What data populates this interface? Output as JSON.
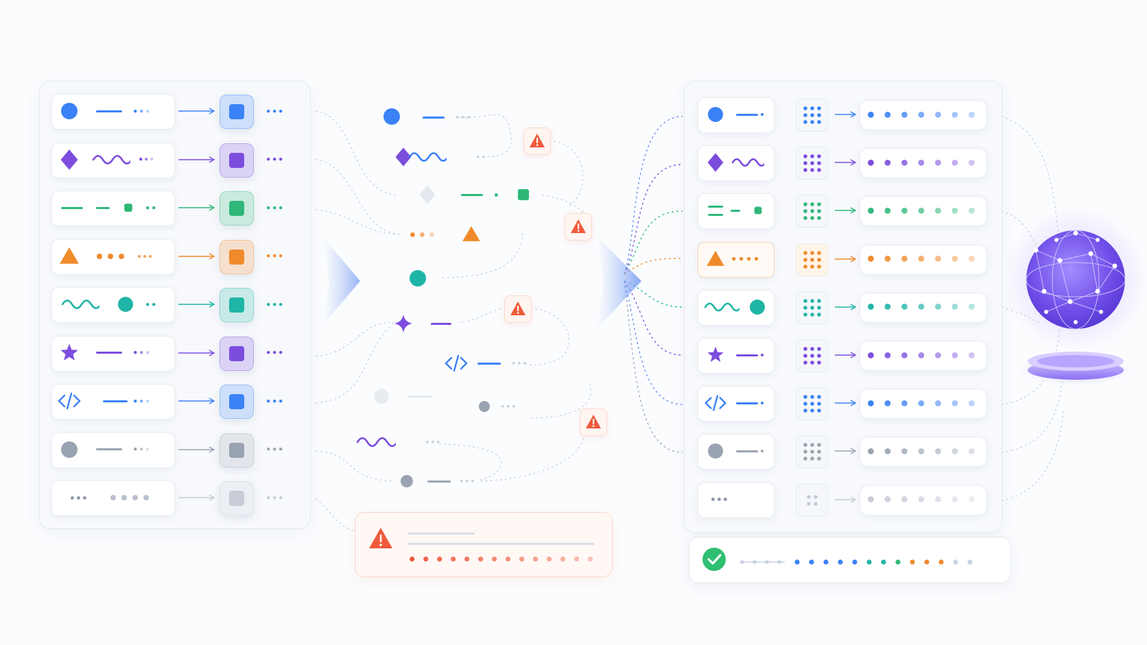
{
  "colors": {
    "blue": "#3b82f6",
    "purple": "#7c4ddd",
    "green": "#2fb87a",
    "orange": "#f08a2c",
    "teal": "#1fb5a6",
    "gray": "#9aa3b2",
    "light_gray": "#c7ccd6",
    "warning": "#ef5a3c",
    "success": "#2fbf71",
    "globe": "#7b5cf0"
  },
  "input_panel": {
    "rows": [
      {
        "color": "blue",
        "icon": "circle-icon"
      },
      {
        "color": "purple",
        "icon": "diamond-icon"
      },
      {
        "color": "green",
        "icon": "square-icon"
      },
      {
        "color": "orange",
        "icon": "triangle-icon"
      },
      {
        "color": "teal",
        "icon": "wave-icon"
      },
      {
        "color": "purple",
        "icon": "star-icon"
      },
      {
        "color": "blue",
        "icon": "code-icon"
      },
      {
        "color": "gray",
        "icon": "circle-icon"
      },
      {
        "color": "light_gray",
        "icon": "dots-icon"
      }
    ]
  },
  "middle_flow": {
    "warnings": 4,
    "items": [
      "circle-icon",
      "diamond-icon",
      "square-icon",
      "triangle-icon",
      "circle-icon",
      "star-icon",
      "code-icon",
      "circle-icon",
      "wave-icon",
      "circle-icon"
    ]
  },
  "output_panel": {
    "rows": [
      {
        "color": "blue",
        "icon": "circle-icon"
      },
      {
        "color": "purple",
        "icon": "diamond-icon"
      },
      {
        "color": "green",
        "icon": "equals-square-icon"
      },
      {
        "color": "orange",
        "icon": "triangle-icon"
      },
      {
        "color": "teal",
        "icon": "wave-icon"
      },
      {
        "color": "purple",
        "icon": "star-icon"
      },
      {
        "color": "blue",
        "icon": "code-icon"
      },
      {
        "color": "gray",
        "icon": "circle-icon"
      },
      {
        "color": "light_gray",
        "icon": "dots-icon"
      }
    ]
  },
  "error_summary": {
    "icon": "warning-icon"
  },
  "success_summary": {
    "icon": "check-circle-icon"
  },
  "globe": {
    "icon": "network-globe-icon"
  }
}
